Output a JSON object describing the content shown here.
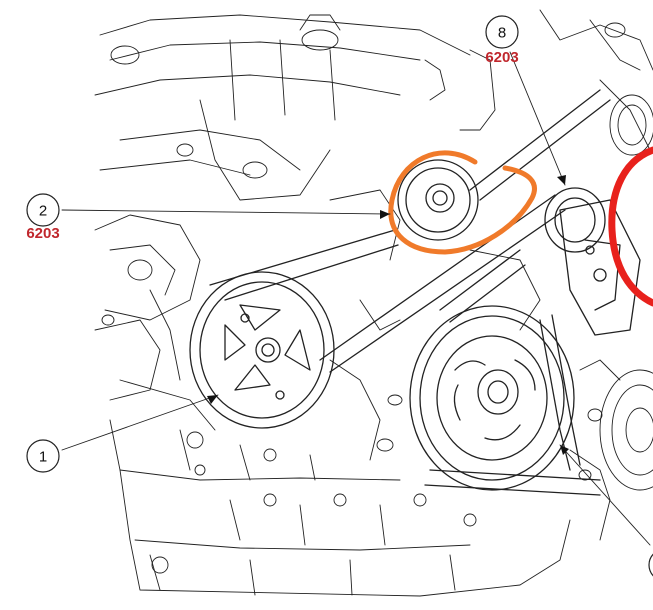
{
  "colors": {
    "line": "#222222",
    "part_code": "#c0272d",
    "annotation_orange": "#f07a2a",
    "annotation_red": "#e8211c"
  },
  "callouts": [
    {
      "number": "8",
      "code": "6203"
    },
    {
      "number": "2",
      "code": "6203"
    },
    {
      "number": "1",
      "code": ""
    }
  ]
}
